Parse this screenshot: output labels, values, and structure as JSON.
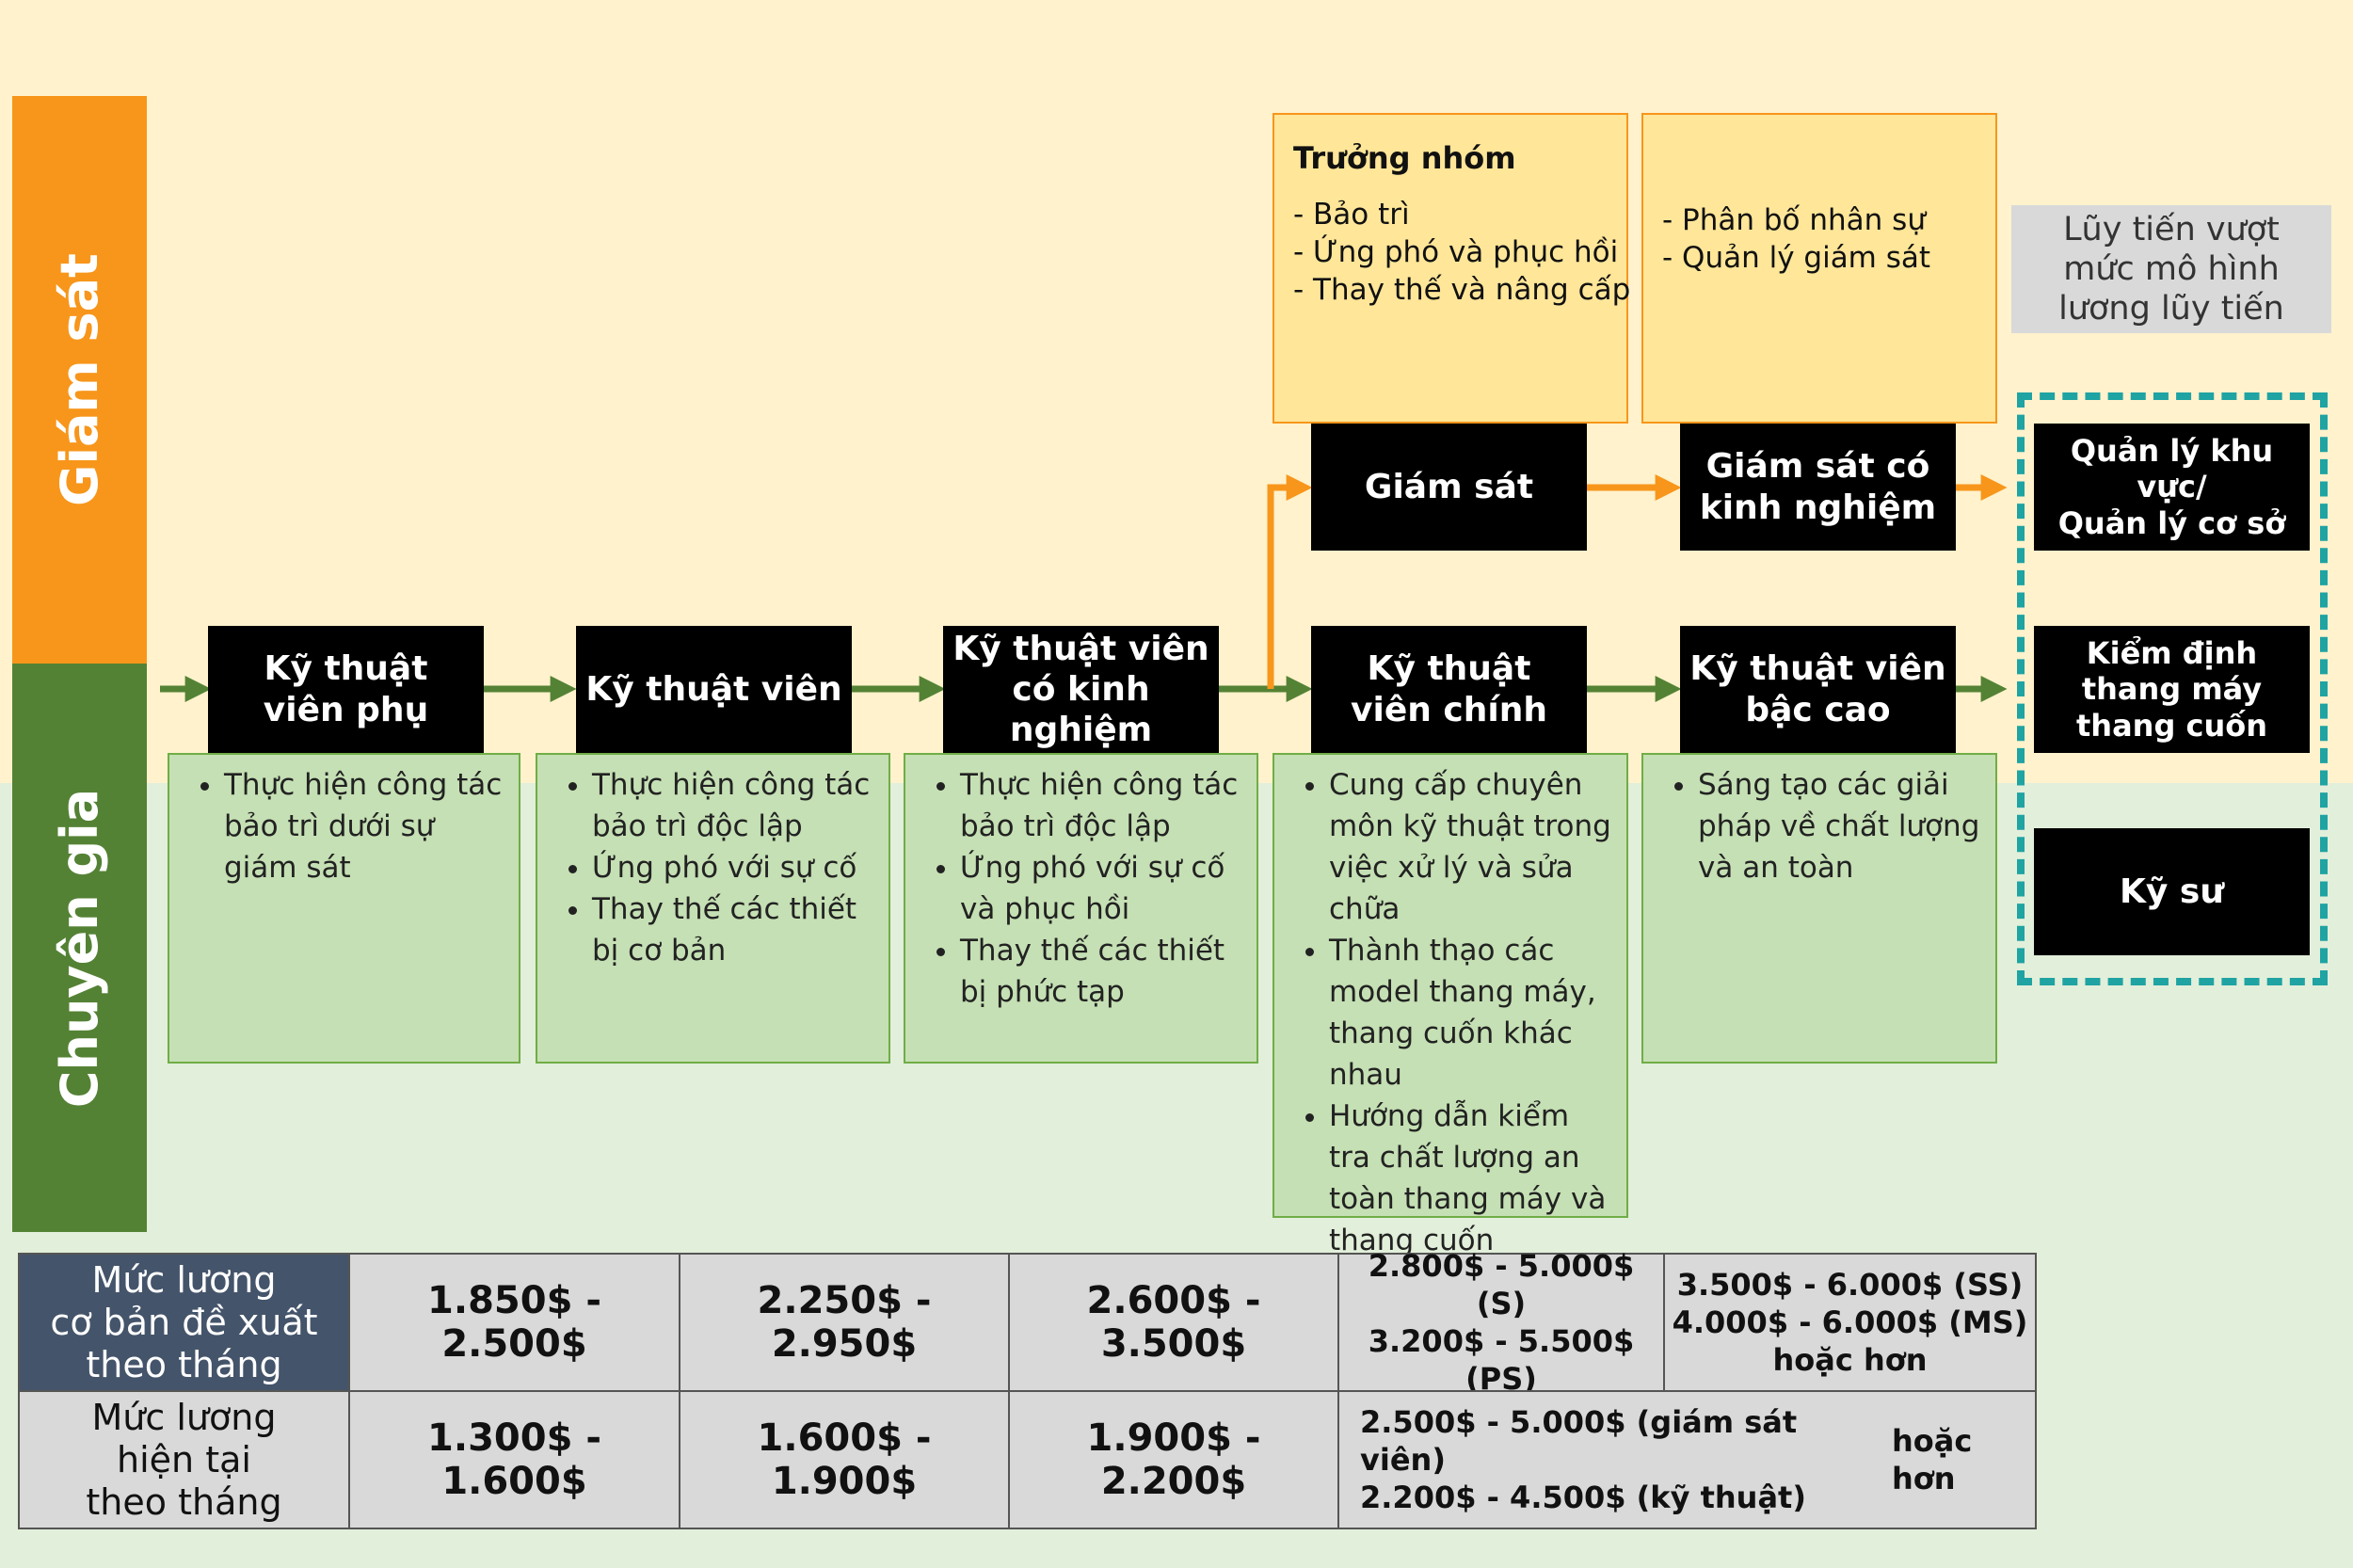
{
  "bands": {
    "supervision": "Giám sát",
    "specialist": "Chuyên gia"
  },
  "yellow_boxes": {
    "left": {
      "title": "Trưởng nhóm",
      "lines": [
        "- Bảo trì",
        "- Ứng phó và phục hồi",
        "- Thay thế và nâng cấp"
      ]
    },
    "right": {
      "lines": [
        "- Phân bố nhân sự",
        "- Quản lý giám sát"
      ]
    }
  },
  "note": "Lũy tiến vượt\nmức mô hình\nlương lũy tiến",
  "top_row": {
    "supervisor": "Giám sát",
    "senior_supervisor": "Giám sát có\nkinh nghiệm",
    "manager": "Quản lý khu vực/\nQuản lý cơ sở"
  },
  "main_row": {
    "assistant_tech": "Kỹ thuật\nviên phụ",
    "tech": "Kỹ thuật viên",
    "exp_tech": "Kỹ thuật viên\ncó kinh nghiệm",
    "chief_tech": "Kỹ thuật\nviên chính",
    "advanced_tech": "Kỹ thuật viên\nbậc cao",
    "inspector": "Kiểm định\nthang máy\nthang cuốn",
    "engineer": "Kỹ sư"
  },
  "descriptions": {
    "assistant_tech": [
      "Thực hiện công tác bảo trì dưới sự giám sát"
    ],
    "tech": [
      "Thực hiện công tác bảo trì độc lập",
      "Ứng phó với sự cố",
      "Thay thế các thiết bị cơ bản"
    ],
    "exp_tech": [
      "Thực hiện công tác bảo trì độc lập",
      "Ứng phó với sự cố và phục hồi",
      "Thay thế các thiết bị phức tạp"
    ],
    "chief_tech": [
      "Cung cấp chuyên môn kỹ thuật trong việc xử lý và sửa chữa",
      "Thành thạo các model thang máy, thang cuốn khác nhau",
      "Hướng dẫn kiểm tra chất lượng an toàn thang máy và thang cuốn"
    ],
    "advanced_tech": [
      "Sáng tạo các giải pháp về chất lượng và an toàn"
    ]
  },
  "salary_table": {
    "row1_label": "Mức lương\ncơ bản đề xuất\ntheo tháng",
    "row1": [
      "1.850$ - 2.500$",
      "2.250$ - 2.950$",
      "2.600$ - 3.500$",
      "2.800$ - 5.000$ (S)\n3.200$ - 5.500$ (PS)",
      "3.500$ - 6.000$ (SS)\n4.000$ - 6.000$ (MS)\nhoặc hơn"
    ],
    "row2_label": "Mức lương\nhiện tại\ntheo tháng",
    "row2": [
      "1.300$ - 1.600$",
      "1.600$ - 1.900$",
      "1.900$ - 2.200$",
      "2.500$ - 5.000$ (giám sát viên)\n2.200$ - 4.500$ (kỹ thuật)",
      "hoặc hơn"
    ]
  },
  "colors": {
    "orange": "#f7961b",
    "green": "#548235",
    "teal": "#1fa3a3",
    "header": "#44546a"
  }
}
